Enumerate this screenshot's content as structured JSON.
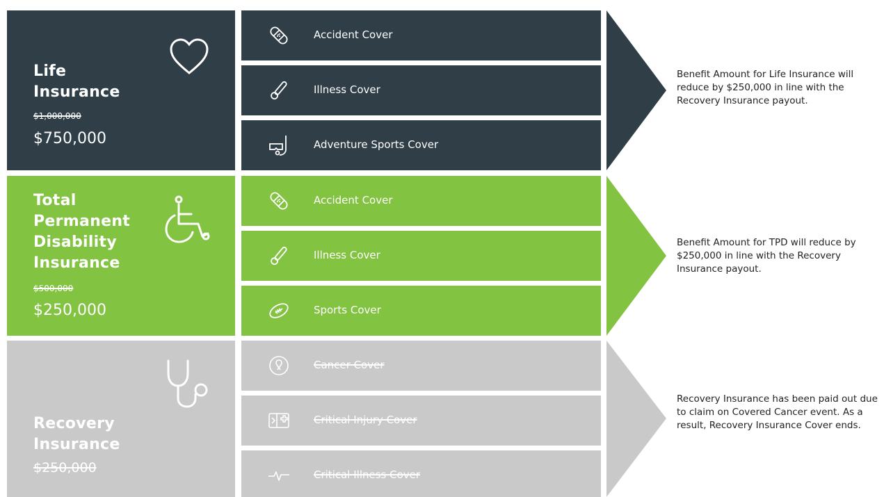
{
  "colors": {
    "dark": "#2f3e47",
    "green": "#82c341",
    "grey": "#c9c9c9",
    "text_white": "#ffffff",
    "text_dark": "#222222"
  },
  "life": {
    "title": "Life Insurance",
    "old_amount": "$1,000,000",
    "new_amount": "$750,000",
    "icon": "heart-icon",
    "covers": [
      {
        "label": "Accident Cover",
        "icon": "bandage-icon"
      },
      {
        "label": "Illness Cover",
        "icon": "thermometer-icon"
      },
      {
        "label": "Adventure Sports Cover",
        "icon": "snorkel-icon"
      }
    ],
    "note": "Benefit Amount for Life Insurance will reduce by $250,000 in line with the Recovery Insurance payout."
  },
  "tpd": {
    "title": "Total Permanent Disability Insurance",
    "old_amount": "$500,000",
    "new_amount": "$250,000",
    "icon": "wheelchair-icon",
    "covers": [
      {
        "label": "Accident Cover",
        "icon": "bandage-icon"
      },
      {
        "label": "Illness Cover",
        "icon": "thermometer-icon"
      },
      {
        "label": "Sports Cover",
        "icon": "football-icon"
      }
    ],
    "note": "Benefit Amount for TPD will reduce by $250,000 in line with the Recovery Insurance payout."
  },
  "recovery": {
    "title": "Recovery Insurance",
    "old_amount": "$250,000",
    "icon": "stethoscope-icon",
    "covers": [
      {
        "label": "Cancer Cover",
        "icon": "ribbon-icon"
      },
      {
        "label": "Critical Injury Cover",
        "icon": "medical-kit-icon"
      },
      {
        "label": "Critical Illness Cover",
        "icon": "heartbeat-icon"
      }
    ],
    "note": "Recovery Insurance has been paid out due to claim on Covered Cancer event. As a result, Recovery Insurance Cover ends."
  }
}
